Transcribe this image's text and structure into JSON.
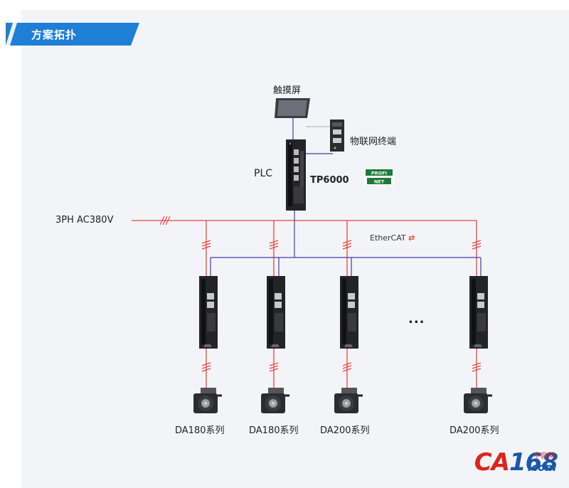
{
  "header": {
    "title": "方案拓扑"
  },
  "devices": {
    "touchscreen": "触摸屏",
    "iot_terminal": "物联网终端",
    "plc": "PLC",
    "plc_model": "TP6000",
    "power": "3PH AC380V",
    "fieldbus": "EtherCAT",
    "profinet_logo": "PROFINET",
    "ellipsis": "..."
  },
  "motors": [
    {
      "label": "DA180系列"
    },
    {
      "label": "DA180系列"
    },
    {
      "label": "DA200系列"
    },
    {
      "label": "DA200系列"
    }
  ],
  "watermark": {
    "brand": "CA",
    "number": "168",
    "sub": "中自网",
    "domain": ".com"
  },
  "colors": {
    "tag": "#1f7fd6",
    "power_line": "#e8453c",
    "ethercat_line": "#3d3da8",
    "device": "#2a2c30"
  }
}
